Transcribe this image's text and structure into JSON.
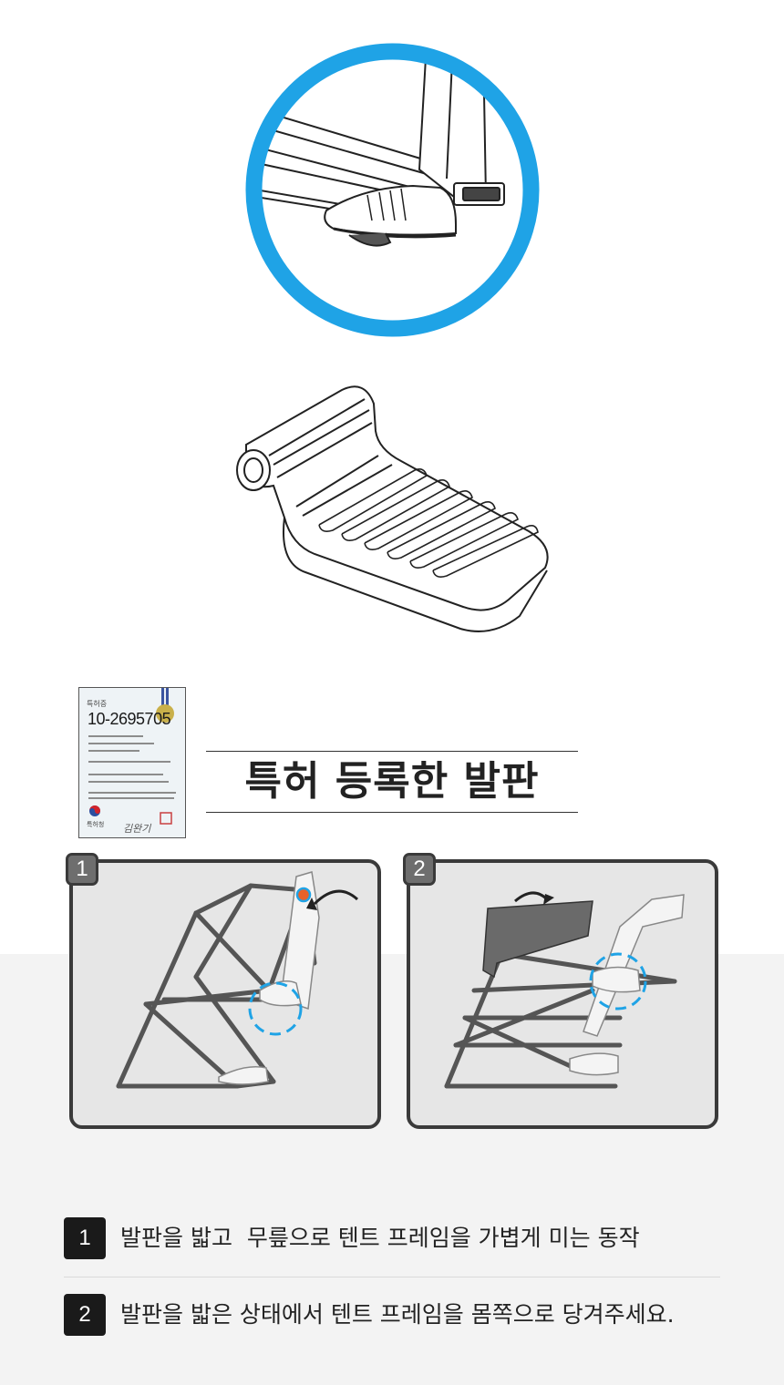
{
  "certificate": {
    "heading": "특허증",
    "number": "10-2695705",
    "issuer": "특허청",
    "signature": "김완기"
  },
  "title": "특허 등록한 발판",
  "panels": [
    {
      "badge": "1"
    },
    {
      "badge": "2"
    }
  ],
  "steps": [
    {
      "number": "1",
      "text": "발판을 밟고  무릎으로 텐트 프레임을 가볍게 미는 동작"
    },
    {
      "number": "2",
      "text": "발판을 밟은 상태에서 텐트 프레임을 몸쪽으로 당겨주세요."
    }
  ],
  "colors": {
    "accent_blue": "#1fa3e6",
    "highlight_orange": "#e8622a",
    "frame_gray": "#3a3a3a",
    "band_gray": "#f3f3f3"
  }
}
